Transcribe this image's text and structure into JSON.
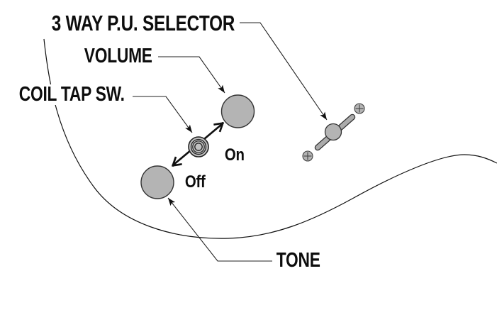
{
  "diagram": {
    "callouts": {
      "pickup_selector": "3 WAY P.U. SELECTOR",
      "volume": "VOLUME",
      "coil_tap": "COIL TAP SW.",
      "tone": "TONE"
    },
    "switch_labels": {
      "on": "On",
      "off": "Off"
    },
    "colors": {
      "background": "#ffffff",
      "line": "#111111",
      "knob_fill": "#b4b4b4",
      "knob_outline": "#333333",
      "text": "#0d0d0d"
    }
  }
}
